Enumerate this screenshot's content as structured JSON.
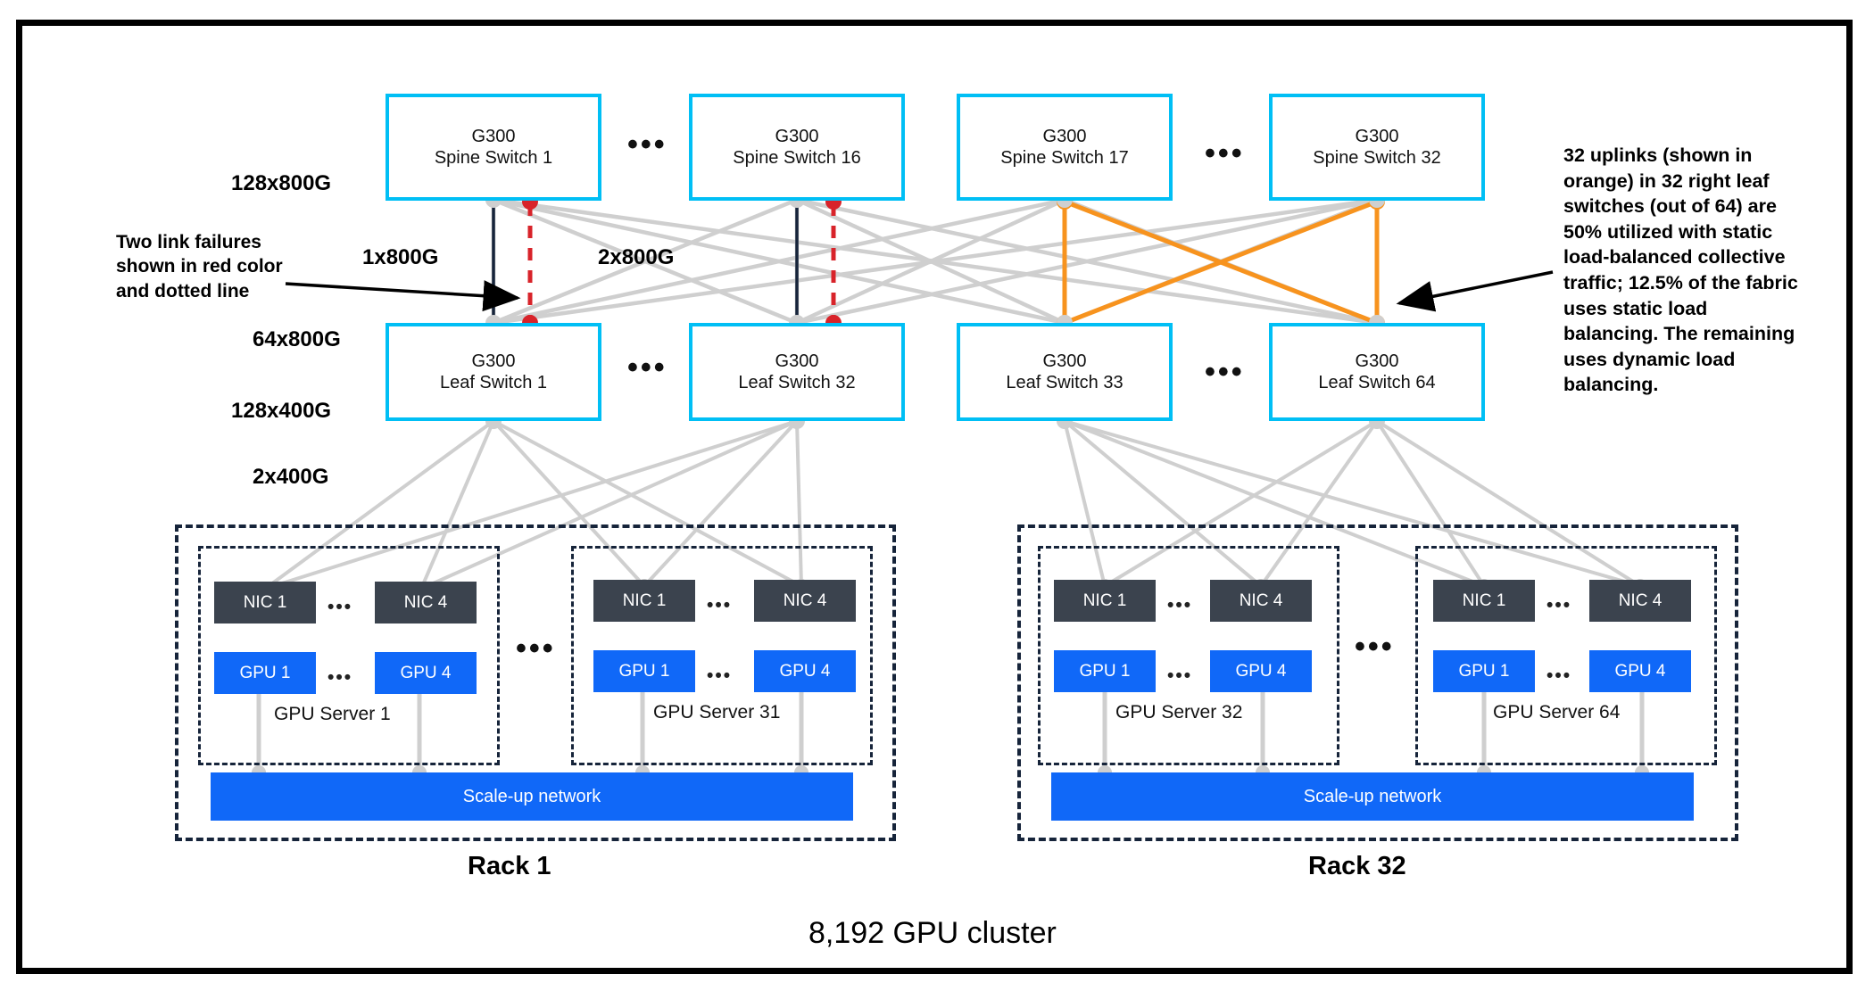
{
  "diagram": {
    "title": "8,192 GPU cluster",
    "colors": {
      "switch_border": "#00BFF5",
      "gpu_blue": "#1068f8",
      "nic_dark": "#3b434e",
      "failure_red": "#D8232A",
      "uplink_orange": "#F7931E",
      "mesh_gray": "#cfcfcf",
      "frame_black": "#000000",
      "rack_dash": "#16243a"
    },
    "spine_switches": [
      {
        "model": "G300",
        "name": "Spine Switch 1"
      },
      {
        "model": "G300",
        "name": "Spine Switch 16"
      },
      {
        "model": "G300",
        "name": "Spine Switch 17"
      },
      {
        "model": "G300",
        "name": "Spine Switch 32"
      }
    ],
    "leaf_switches": [
      {
        "model": "G300",
        "name": "Leaf Switch 1"
      },
      {
        "model": "G300",
        "name": "Leaf Switch 32"
      },
      {
        "model": "G300",
        "name": "Leaf Switch 33"
      },
      {
        "model": "G300",
        "name": "Leaf Switch 64"
      }
    ],
    "ellipsis": "•••",
    "ellipsis_small": "•••",
    "port_labels": {
      "spine_ports": "128x800G",
      "leaf_uplink_ports": "64x800G",
      "leaf_downlink_ports": "128x400G",
      "nic_ports": "2x400G"
    },
    "link_labels": {
      "single": "1x800G",
      "double": "2x800G"
    },
    "annotations": {
      "left": "Two link failures shown in red color and dotted line",
      "left_lines": [
        "Two link failures",
        "shown in red color",
        "and dotted line"
      ],
      "right": "32 uplinks (shown in orange)  in 32 right leaf switches (out of 64) are 50% utilized with static load-balanced collective traffic; 12.5% of the fabric uses static load balancing. The remaining uses dynamic load balancing."
    },
    "racks": [
      {
        "label": "Rack 1",
        "scale_up_label": "Scale-up network",
        "servers": [
          {
            "label": "GPU Server 1",
            "nics": [
              "NIC 1",
              "NIC 4"
            ],
            "gpus": [
              "GPU 1",
              "GPU 4"
            ]
          },
          {
            "label": "GPU Server 31",
            "nics": [
              "NIC 1",
              "NIC 4"
            ],
            "gpus": [
              "GPU 1",
              "GPU 4"
            ]
          }
        ]
      },
      {
        "label": "Rack 32",
        "scale_up_label": "Scale-up network",
        "servers": [
          {
            "label": "GPU Server 32",
            "nics": [
              "NIC 1",
              "NIC 4"
            ],
            "gpus": [
              "GPU 1",
              "GPU 4"
            ]
          },
          {
            "label": "GPU Server 64",
            "nics": [
              "NIC 1",
              "NIC 4"
            ],
            "gpus": [
              "GPU 1",
              "GPU 4"
            ]
          }
        ]
      }
    ]
  }
}
